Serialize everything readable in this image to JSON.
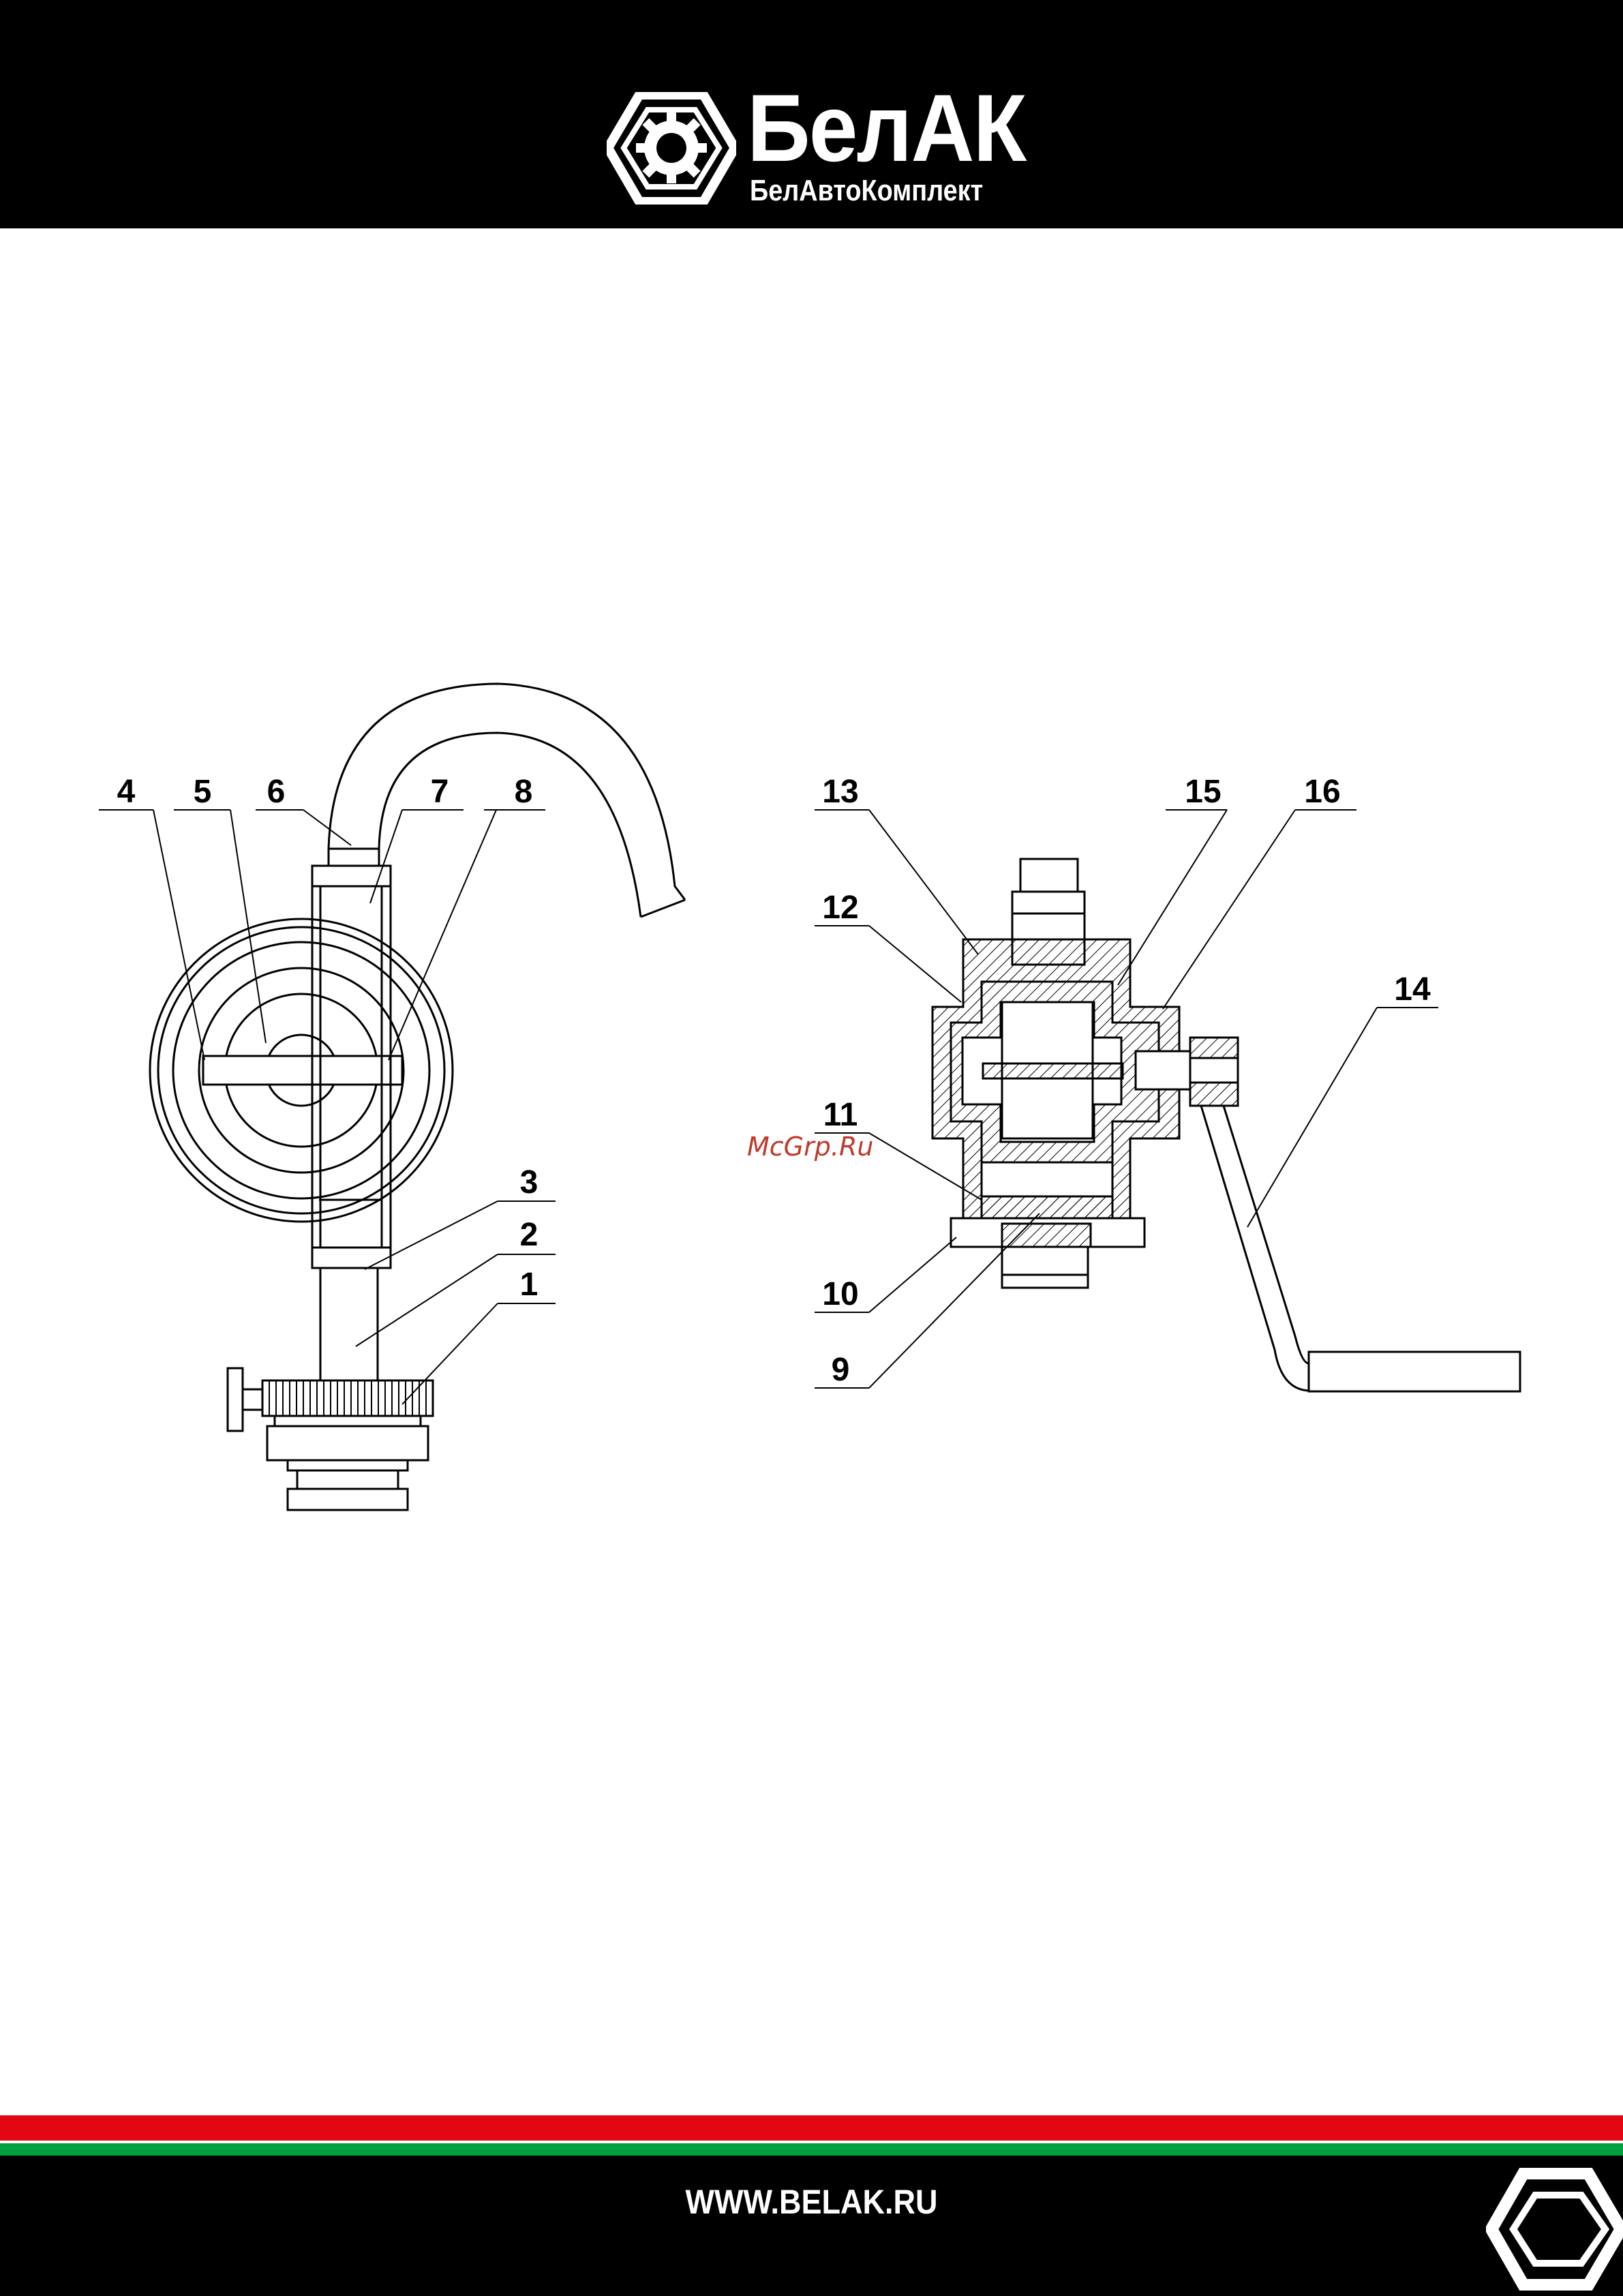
{
  "brand": {
    "name": "БелАК",
    "subtitle": "БелАвтоКомплект"
  },
  "footer": {
    "website": "WWW.BELAK.RU"
  },
  "watermark": "McGrp.Ru",
  "diagram": {
    "callouts_left": [
      "4",
      "5",
      "6",
      "7",
      "8",
      "3",
      "2",
      "1"
    ],
    "callouts_right": [
      "13",
      "15",
      "16",
      "12",
      "14",
      "11",
      "10",
      "9"
    ]
  },
  "colors": {
    "band": "#000000",
    "stripe_red": "#e30613",
    "stripe_green": "#00a03c",
    "ink": "#000000",
    "watermark": "#c0392b"
  },
  "icons": [
    "hexagon-gear-logo-icon",
    "hexagon-corner-logo-icon"
  ]
}
